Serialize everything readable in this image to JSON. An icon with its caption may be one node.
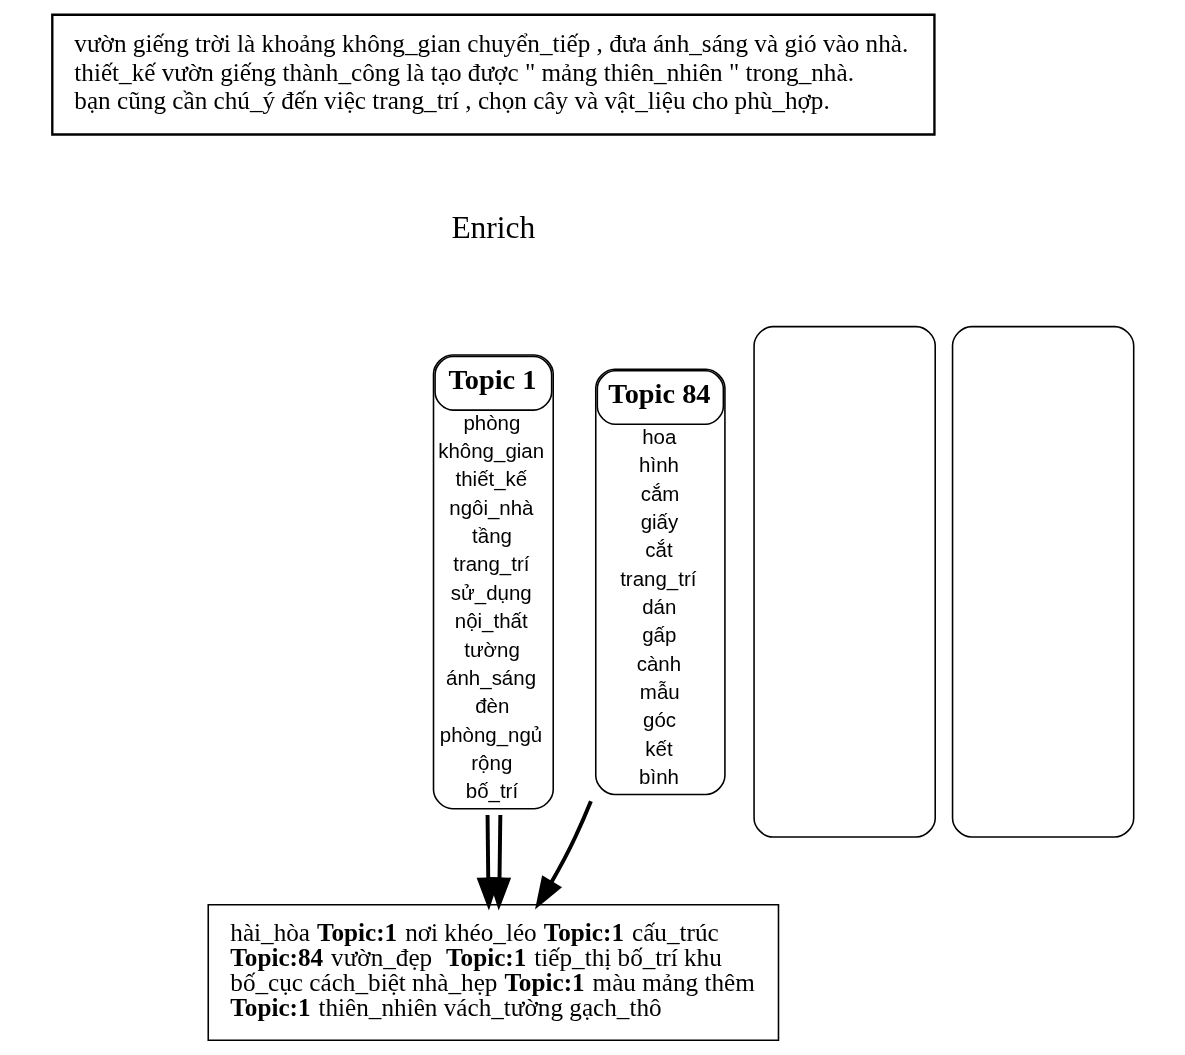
{
  "diagram": {
    "nodes": [
      {
        "text": [
          "vườn giếng trời là khoảng không_gian chuyển_tiếp , đưa ánh_sáng và gió vào nhà.",
          "thiết_kế vườn giếng thành_công là tạo được \" mảng thiên_nhiên \" trong_nhà.",
          "bạn cũng cần chú_ý đến việc trang_trí , chọn cây và vật_liệu cho phù_hợp."
        ]
      },
      {
        "text": [
          "Topic 1",
          "phòng không_gian thiết_kế ngôi_nhà tầng trang_trí sử_dụng nội_thất tường ánh_sáng đèn phòng_ngủ rộng bố_trí"
        ]
      },
      {
        "text": [
          "Topic 84",
          "hoa hình cắm giấy cắt trang_trí dán gấp cành mẫu góc kết bình"
        ]
      },
      {
        "text": [],
        "shape": "box"
      },
      {
        "text": [],
        "shape": "box"
      },
      {
        "text": [
          "hài_hòa **Topic:1** nơi khéo_léo **Topic:1** cấu_trúc **Topic:84** vườn_đẹp  **Topic:1** tiếp_thị bố_trí khu bố_cục cách_biệt nhà_hẹp **Topic:1** màu mảng thêm **Topic:1** thiên_nhiên vách_tường gạch_thô"
        ]
      }
    ],
    "edges": [
      {
        "from": 1,
        "to": 5,
        "arrow": "to"
      },
      {
        "from": 1,
        "to": 5,
        "arrow": "to"
      },
      {
        "from": 2,
        "to": 5,
        "arrow": "to"
      }
    ],
    "labels": [
      "Enrich"
    ]
  }
}
